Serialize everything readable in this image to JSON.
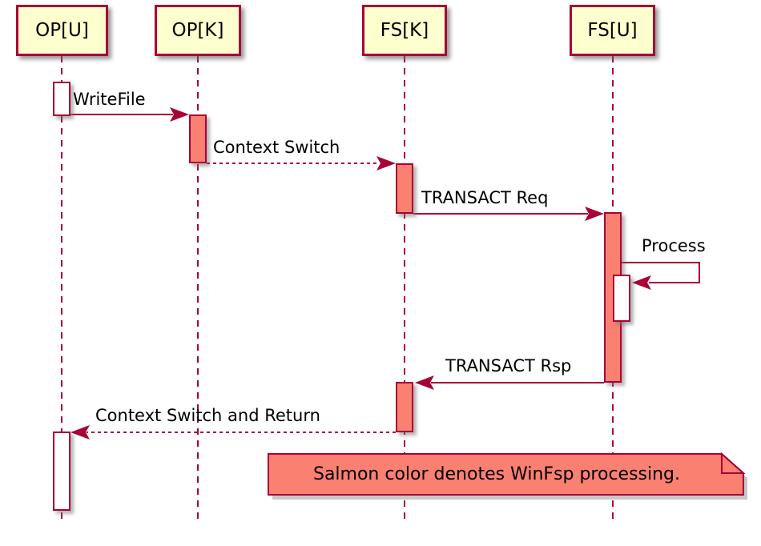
{
  "diagram": {
    "type": "uml-sequence-diagram",
    "participants": [
      {
        "id": "op-u",
        "label": "OP[U]"
      },
      {
        "id": "op-k",
        "label": "OP[K]"
      },
      {
        "id": "fs-k",
        "label": "FS[K]"
      },
      {
        "id": "fs-u",
        "label": "FS[U]"
      }
    ],
    "messages": [
      {
        "id": "write_file",
        "label": "WriteFile",
        "from": "OP[U]",
        "to": "OP[K]",
        "style": "solid"
      },
      {
        "id": "context_switch",
        "label": "Context Switch",
        "from": "OP[K]",
        "to": "FS[K]",
        "style": "dashed"
      },
      {
        "id": "transact_req",
        "label": "TRANSACT Req",
        "from": "FS[K]",
        "to": "FS[U]",
        "style": "solid"
      },
      {
        "id": "process",
        "label": "Process",
        "from": "FS[U]",
        "to": "FS[U]",
        "style": "self"
      },
      {
        "id": "transact_rsp",
        "label": "TRANSACT Rsp",
        "from": "FS[U]",
        "to": "FS[K]",
        "style": "solid"
      },
      {
        "id": "context_switch_return",
        "label": "Context Switch and Return",
        "from": "FS[K]",
        "to": "OP[U]",
        "style": "dashed"
      }
    ],
    "note": {
      "text": "Salmon color denotes WinFsp processing."
    },
    "colors": {
      "line": "#A80036",
      "participant_fill": "#FEFECE",
      "salmon_fill": "#FA8072",
      "background": "#FFFFFF",
      "text": "#000000"
    }
  }
}
